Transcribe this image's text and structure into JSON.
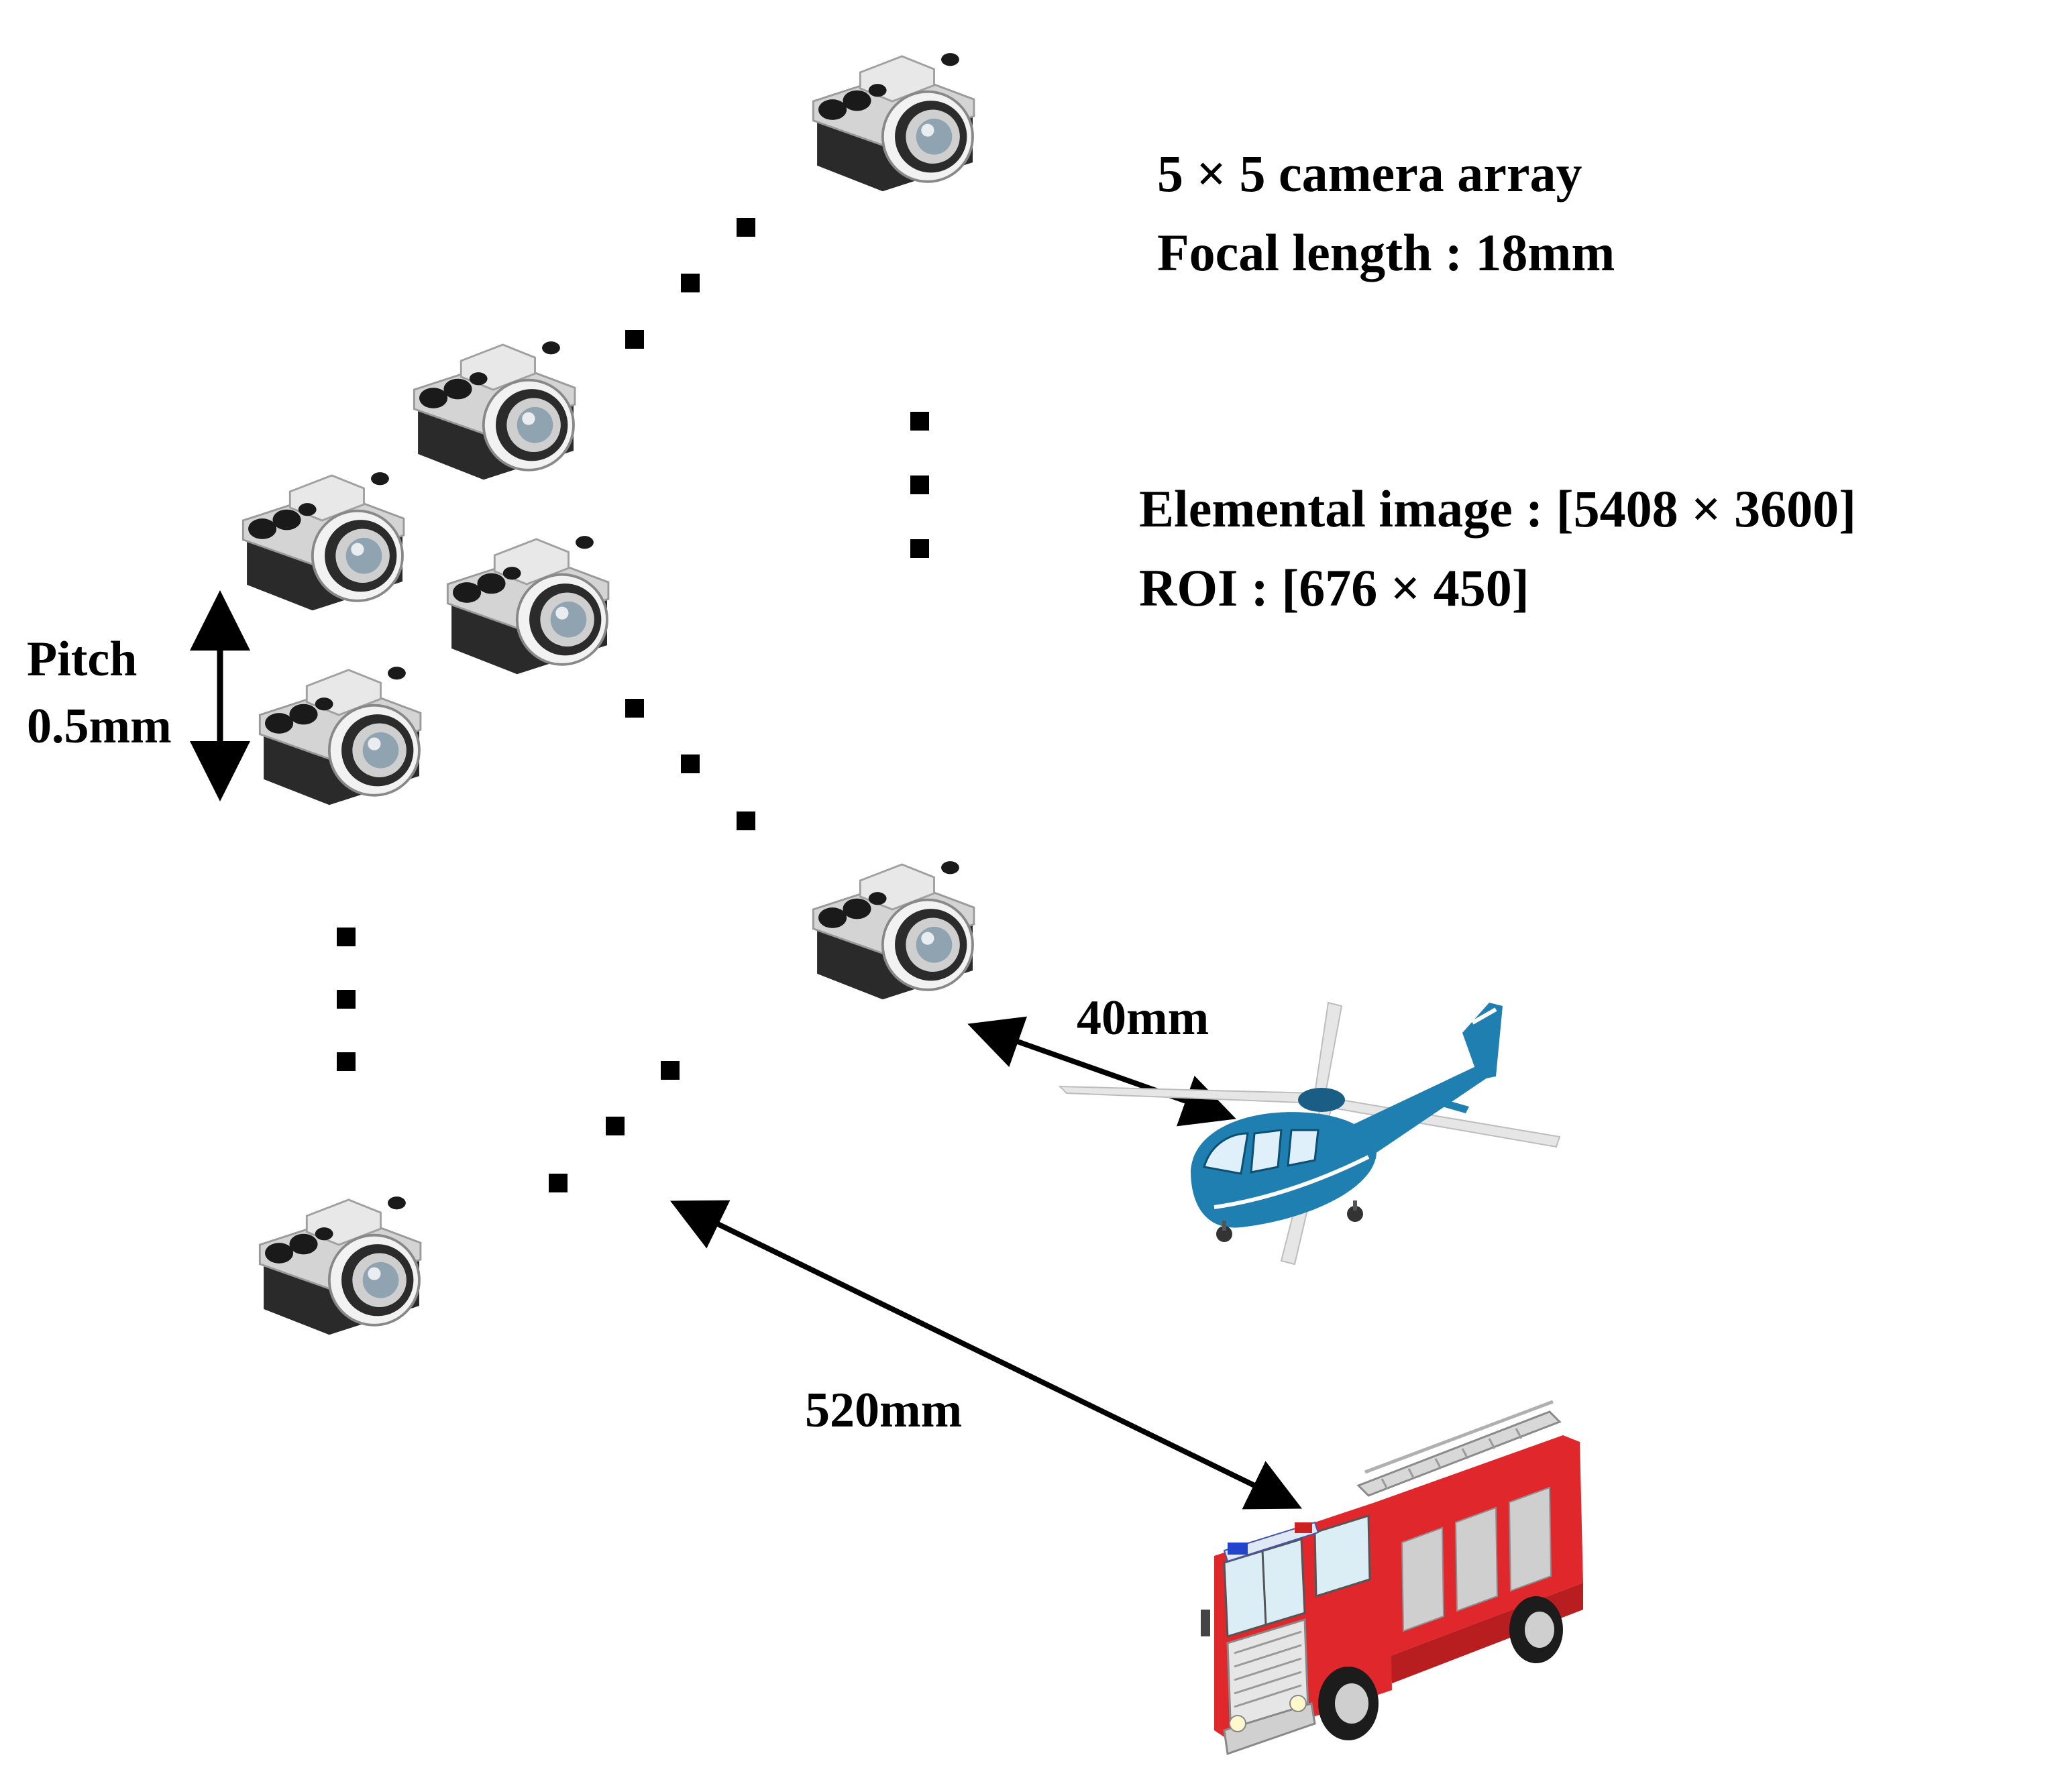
{
  "info": {
    "array": "5 × 5 camera array",
    "focal": "Focal length : 18mm",
    "elemental": "Elemental image : [5408 × 3600]",
    "roi": "ROI : [676 × 450]"
  },
  "labels": {
    "pitch_word": "Pitch",
    "pitch_value": "0.5mm",
    "dist_near": "40mm",
    "dist_far": "520mm"
  },
  "icons": {
    "camera": "camera-icon",
    "helicopter": "helicopter-icon",
    "fire_truck": "fire-truck-icon",
    "dots": "ellipsis-dots"
  },
  "colors": {
    "helicopter": "#1f7fb0",
    "fire_truck": "#e0272b",
    "camera_body": "#2a2a2a",
    "camera_top": "#d9d9d9"
  }
}
